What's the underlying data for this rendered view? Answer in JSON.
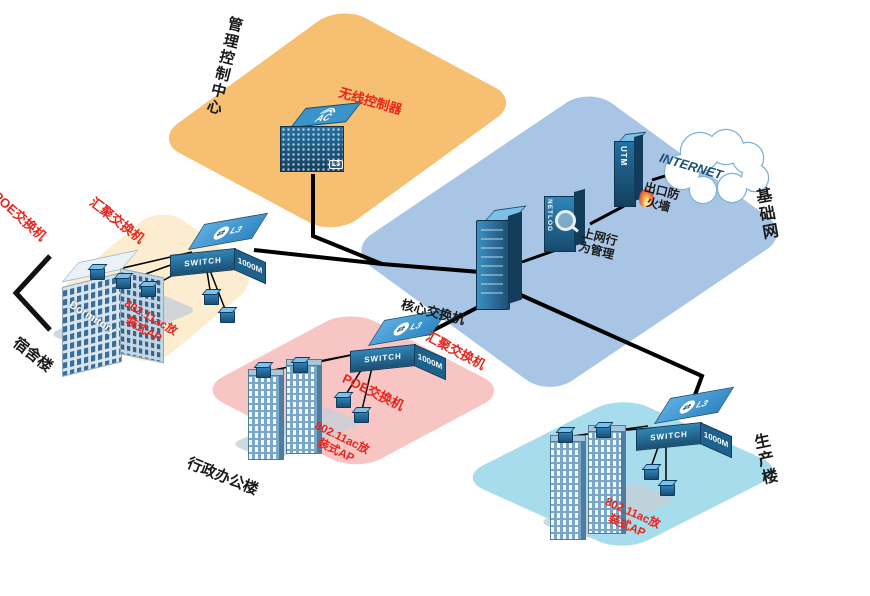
{
  "regions": {
    "management": {
      "label": "管理控制中心"
    },
    "base_network": {
      "label": "基础网"
    },
    "dormitory": {
      "label": "宿舍楼"
    },
    "admin": {
      "label": "行政办公楼"
    },
    "production": {
      "label": "生产楼"
    }
  },
  "labels": {
    "core_switch": "核心交换机",
    "internet": "INTERNET",
    "netlog_line1": "上网行",
    "netlog_line2": "为管理",
    "utm_line1": "出口防",
    "utm_line2": "火墙",
    "dormitory_sign": "Dormitory"
  },
  "red_labels": {
    "wireless_controller": "无线控制器",
    "poe_switch_dorm": "POE交换机",
    "agg_switch_dorm": "汇聚交换机",
    "agg_switch_admin": "汇聚交换机",
    "poe_switch_admin": "POE交换机",
    "ap_dorm_line1": "802.11ac放",
    "ap_dorm_line2": "装式AP",
    "ap_admin_line1": "802.11ac放",
    "ap_admin_line2": "装式AP",
    "ap_prod_line1": "802.11ac放",
    "ap_prod_line2": "装式AP"
  },
  "devices": {
    "ac": {
      "name": "AC",
      "badge": "L3"
    },
    "switch": {
      "badge": "L3",
      "front": "SWITCH",
      "side": "1000M",
      "icon": "⇄"
    },
    "netlog": {
      "name": "NETLOG"
    },
    "utm": {
      "name": "UTM"
    }
  },
  "colors": {
    "region_management": "#f6bf72",
    "region_base_network": "#a9c5e6",
    "region_dormitory": "#fcecd0",
    "region_admin": "#f7c6c4",
    "region_production": "#a6dcec",
    "red_label": "#e8251c",
    "device_blue": "#2471a3",
    "wire": "#000000"
  }
}
